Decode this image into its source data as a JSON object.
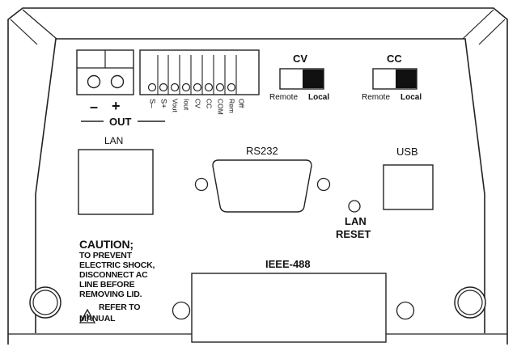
{
  "output": {
    "minus": "–",
    "plus": "+",
    "label": "OUT",
    "sense_terminals": [
      "S–",
      "S+"
    ],
    "signal_terminals": [
      "Vout",
      "Iout",
      "CV",
      "CC",
      "COM",
      "Rem",
      "Off"
    ]
  },
  "cv_switch": {
    "title": "CV",
    "left": "Remote",
    "right": "Local"
  },
  "cc_switch": {
    "title": "CC",
    "left": "Remote",
    "right": "Local"
  },
  "ports": {
    "lan": "LAN",
    "rs232": "RS232",
    "usb": "USB",
    "ieee": "IEEE-488",
    "lan_reset_line1": "LAN",
    "lan_reset_line2": "RESET"
  },
  "caution": {
    "title": "CAUTION;",
    "lines": [
      "TO PREVENT",
      "ELECTRIC SHOCK,",
      "DISCONNECT AC",
      "LINE BEFORE",
      "REMOVING LID."
    ],
    "refer_line1": "REFER TO",
    "refer_line2": "MANUAL"
  }
}
